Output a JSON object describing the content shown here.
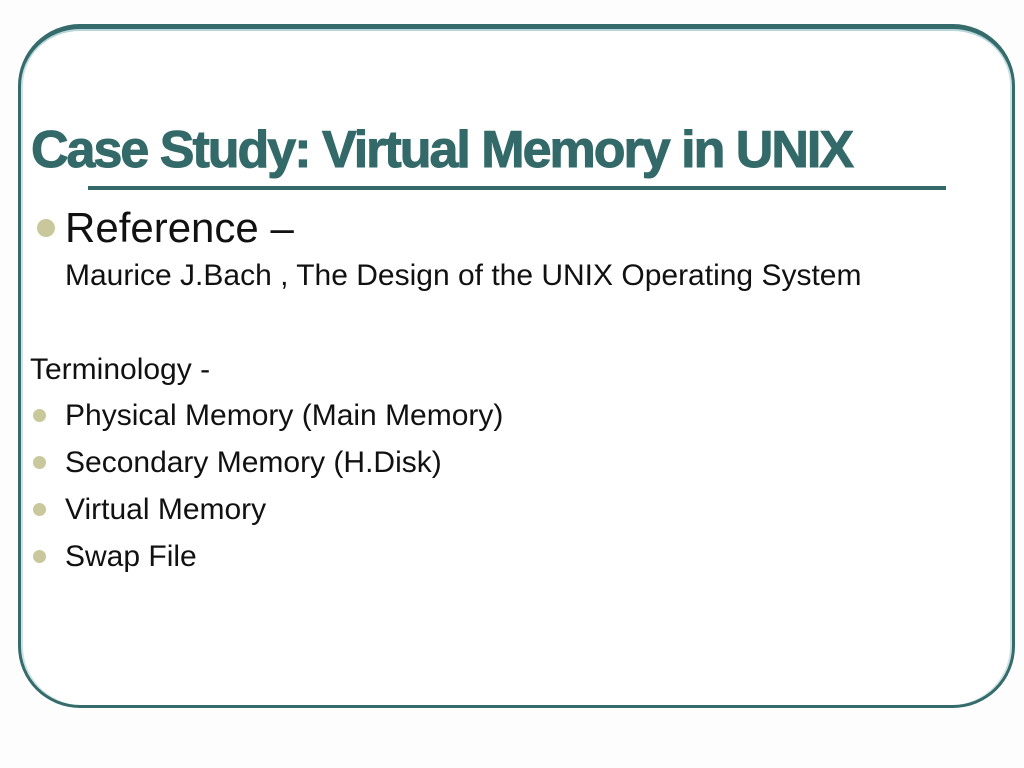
{
  "slide": {
    "title": "Case Study: Virtual Memory in UNIX",
    "reference": {
      "label": "Reference –",
      "citation": "Maurice J.Bach , The Design of the UNIX Operating System"
    },
    "terminology_heading": "Terminology -",
    "terminology_items": [
      "Physical Memory (Main Memory)",
      "Secondary Memory (H.Disk)",
      "Virtual Memory",
      "Swap File"
    ],
    "colors": {
      "accent_teal": "#336a69",
      "border_teal": "#356b6b",
      "bullet": "#c9c79c",
      "text": "#111111"
    }
  }
}
